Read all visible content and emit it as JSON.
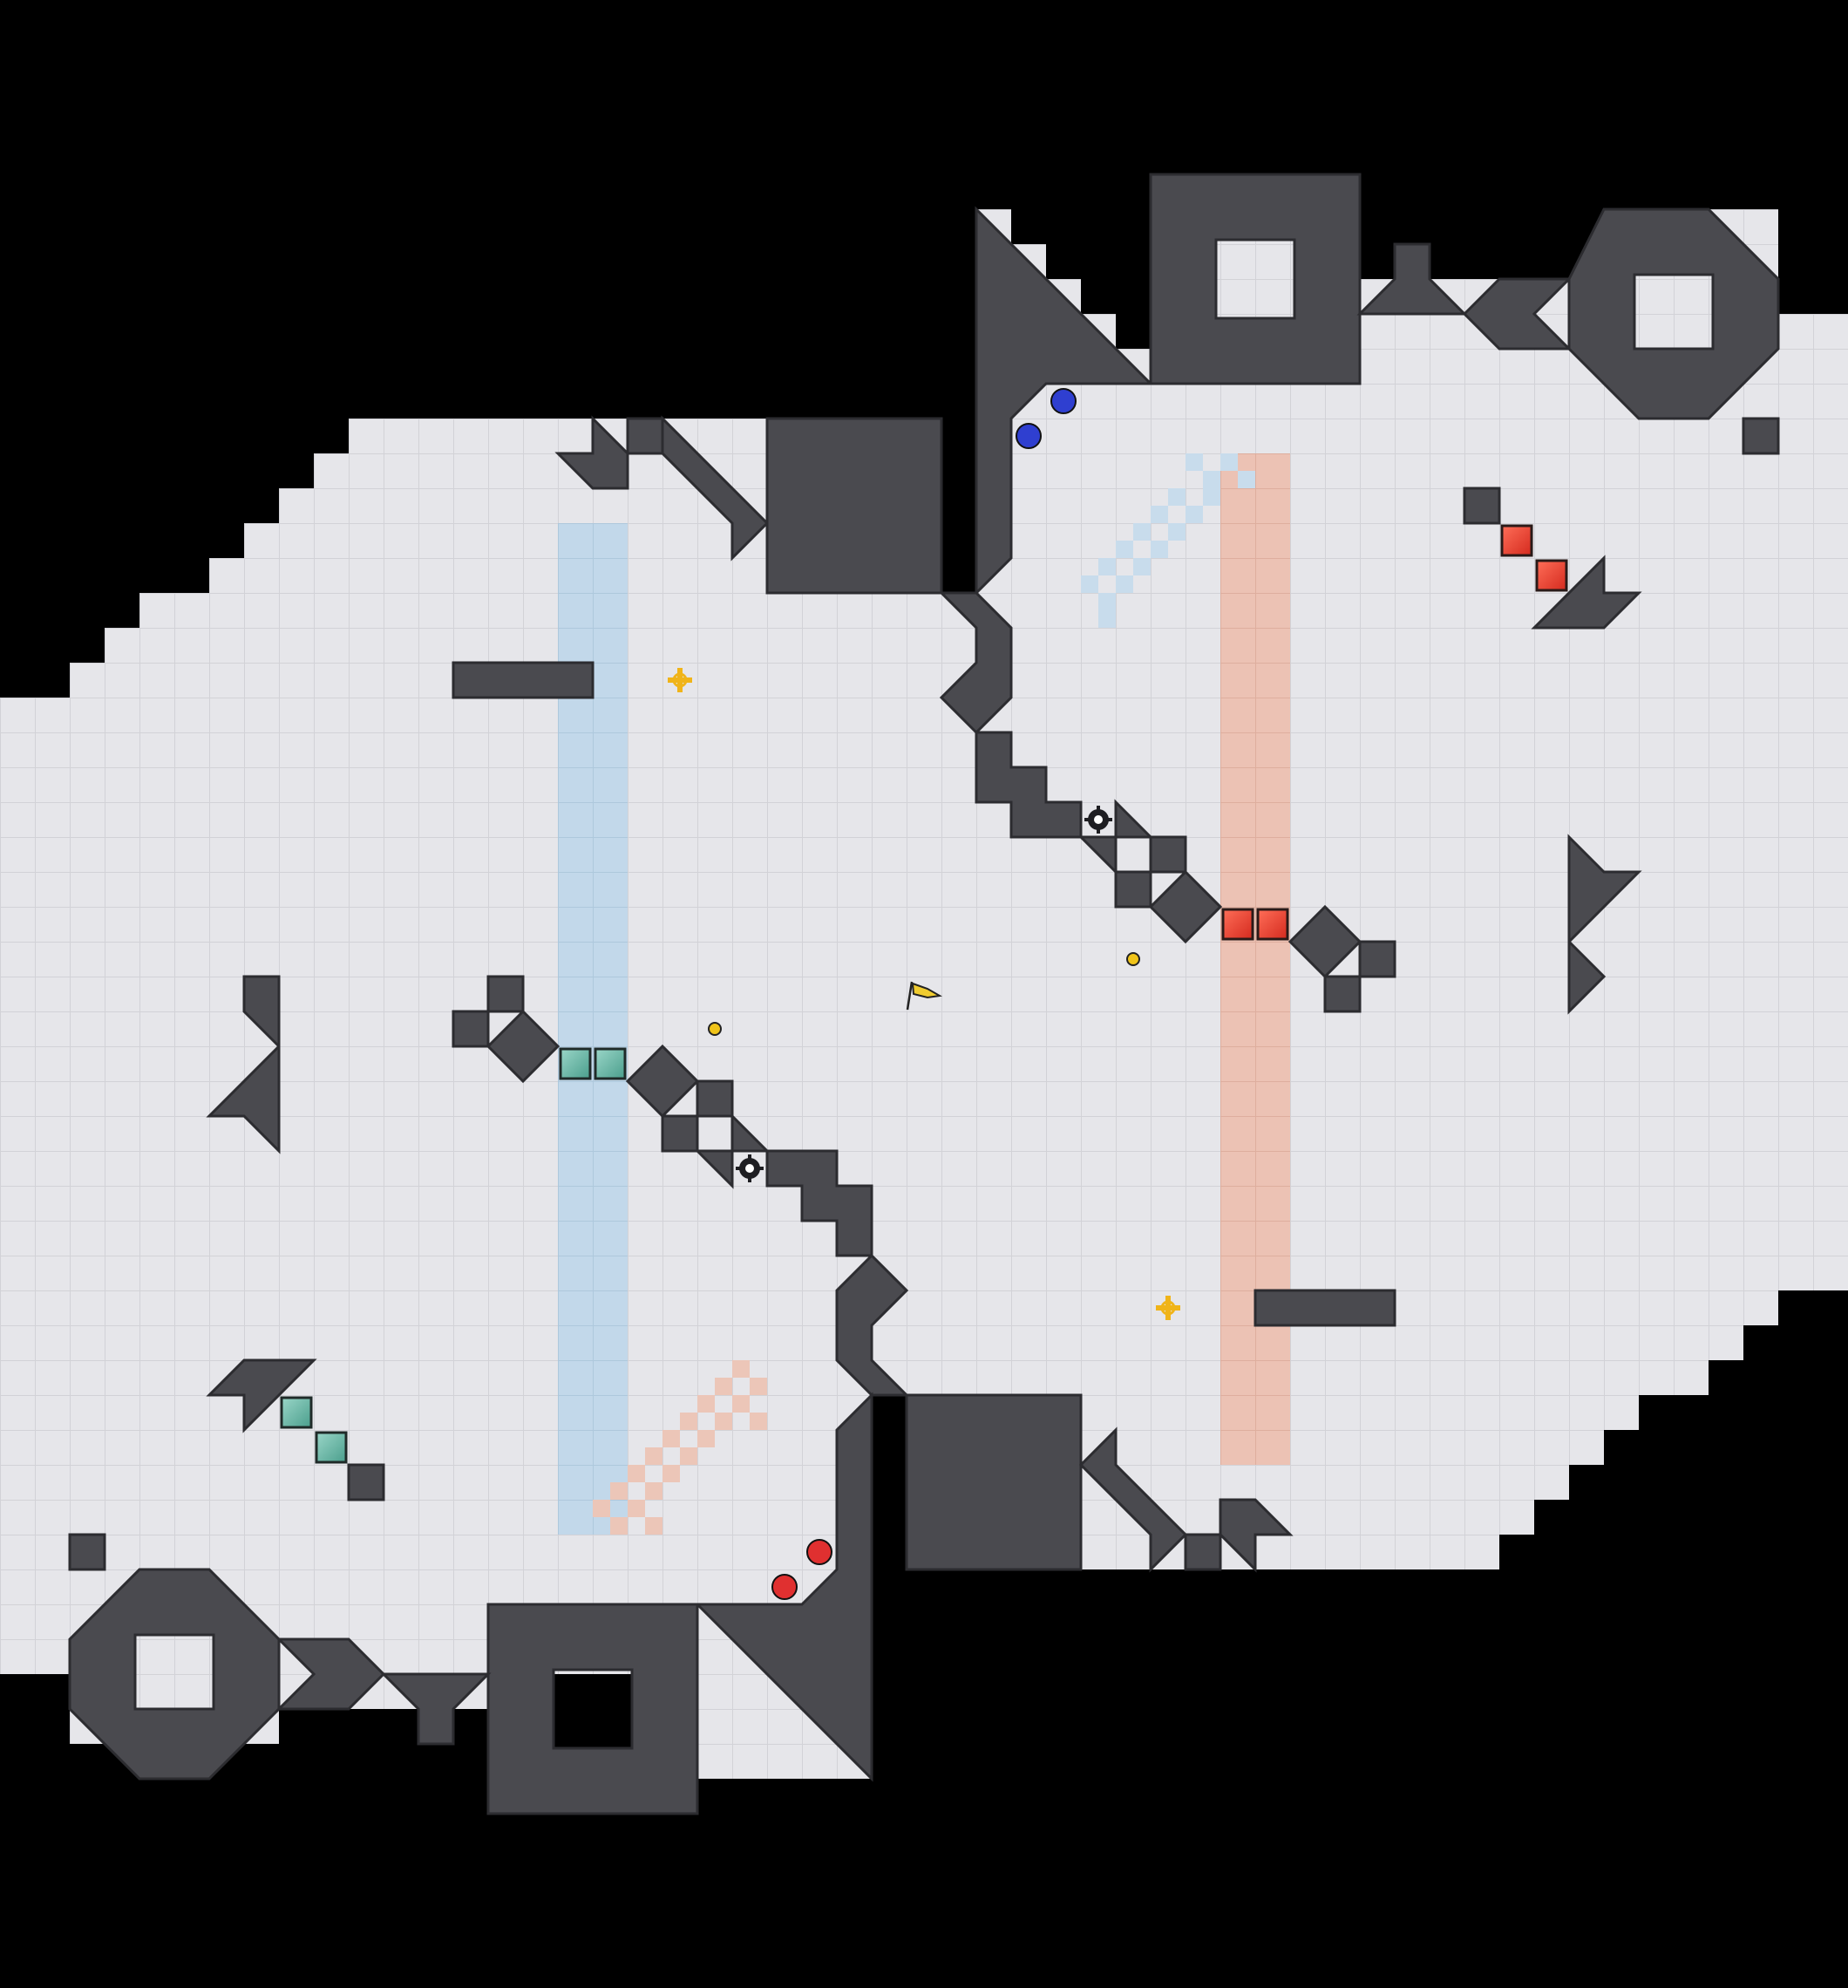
{
  "game": {
    "grid": {
      "cols": 53,
      "rows": 57
    },
    "colors": {
      "background": "#000000",
      "floor": "#e6e6ea",
      "grid_line": "#d2d2d7",
      "wall": "#4a4a4f",
      "wall_edge": "#2c2c30",
      "blue_zone": "#b8d4ea",
      "orange_zone": "#ecbdac",
      "teal_block": "#5fae9c",
      "red_block": "#e43a2a",
      "blue_ball": "#2f3fd0",
      "red_ball": "#e03030",
      "coin": "#f0c419",
      "plus_pickup": "#f0b419",
      "spike": "#1e1e22"
    },
    "objects": {
      "teal_blocks": 4,
      "red_blocks": 4,
      "blue_balls": 2,
      "red_balls": 2,
      "coins": 2,
      "plus_pickups": 2,
      "spike_gears": 2,
      "flags": 1
    },
    "icons": [
      "goal-flag-icon",
      "plus-pickup-icon",
      "spike-gear-icon",
      "coin-icon"
    ]
  }
}
